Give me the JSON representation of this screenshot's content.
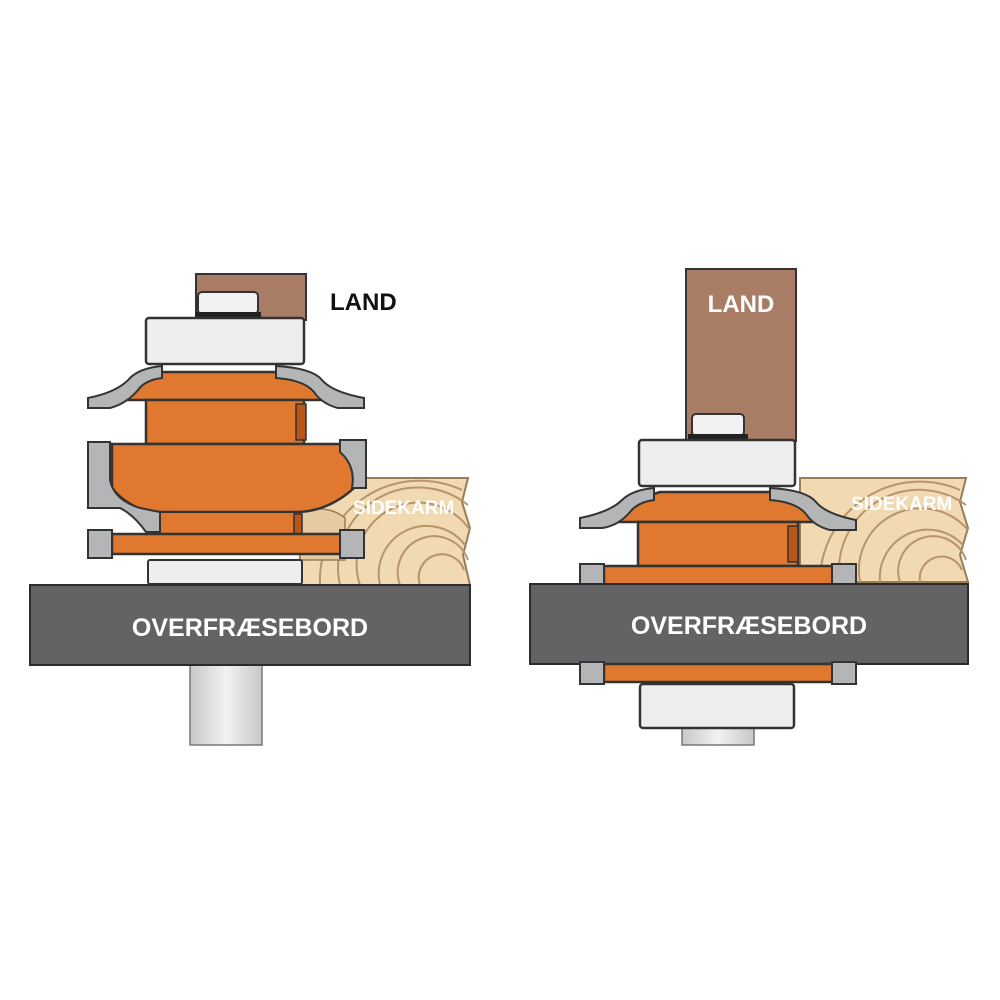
{
  "left_setup": {
    "workpiece_label": "LAND",
    "board_label": "SIDEKARM",
    "table_label": "OVERFRÆSEBORD"
  },
  "right_setup": {
    "workpiece_label": "LAND",
    "board_label": "SIDEKARM",
    "table_label": "OVERFRÆSEBORD"
  },
  "colors": {
    "cutter_orange": "#E07830",
    "cutter_dark": "#B8561A",
    "wood_stock": "#A97D65",
    "table_gray": "#636264",
    "bearing_light": "#EEEEEE",
    "carbide_gray": "#B4B5B7",
    "pine_board": "#F1D9B2",
    "shank_gray": "#DEDEDE"
  }
}
